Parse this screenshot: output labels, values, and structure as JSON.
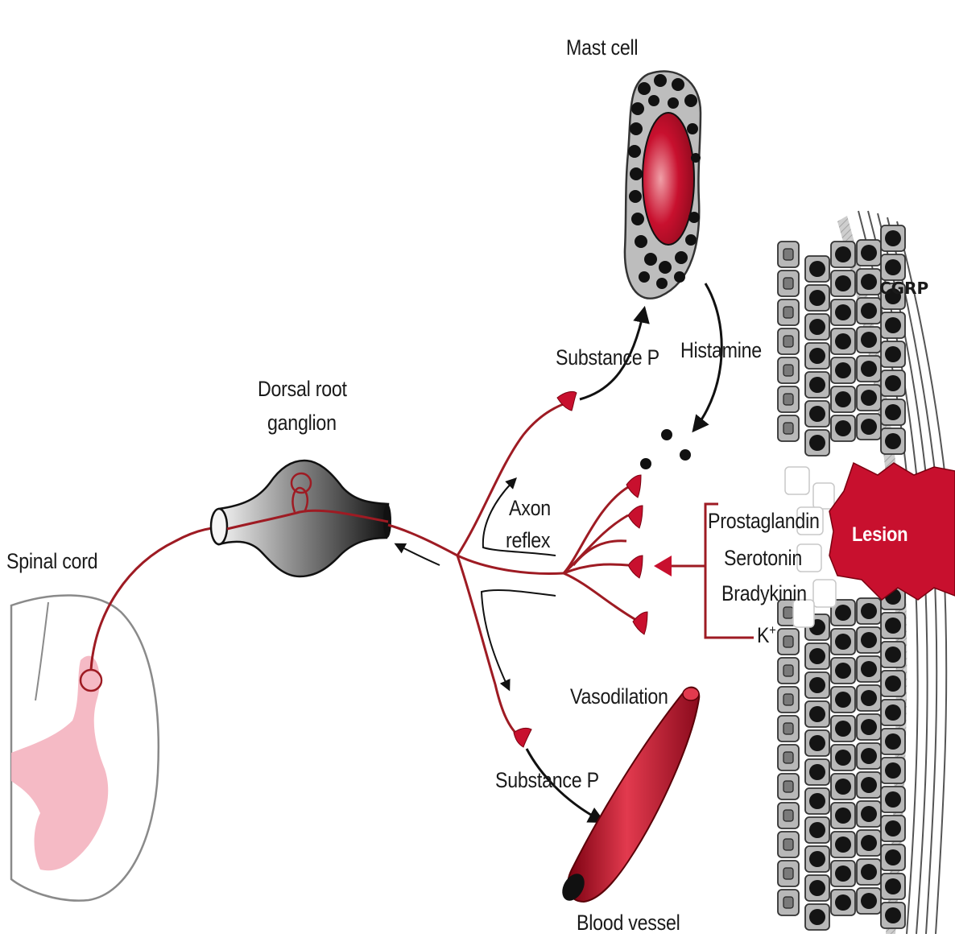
{
  "labels": {
    "spinal_cord": "Spinal cord",
    "dorsal_root_line1": "Dorsal root",
    "dorsal_root_line2": "ganglion",
    "mast_cell": "Mast cell",
    "substance_p_top": "Substance P",
    "histamine": "Histamine",
    "axon_line1": "Axon",
    "axon_line2": "reflex",
    "prostaglandin": "Prostaglandin",
    "serotonin": "Serotonin",
    "bradykinin": "Bradykinin",
    "potassium": "K",
    "potassium_sup": "+",
    "lesion": "Lesion",
    "cgrp": "CGRP",
    "vasodilation": "Vasodilation",
    "substance_p_bottom": "Substance P",
    "blood_vessel": "Blood vessel"
  },
  "colors": {
    "nerve": "#9e1b23",
    "lesion": "#c8102e",
    "spinal_gray": "#f4b6c2",
    "cell_fill": "#b8b8b8",
    "nucleus": "#141414",
    "text": "#1a1a1a"
  },
  "icons": {
    "nerve_terminal": "red-teardrop",
    "histamine_granule": "black-dot",
    "arrow": "black-arrowhead"
  }
}
